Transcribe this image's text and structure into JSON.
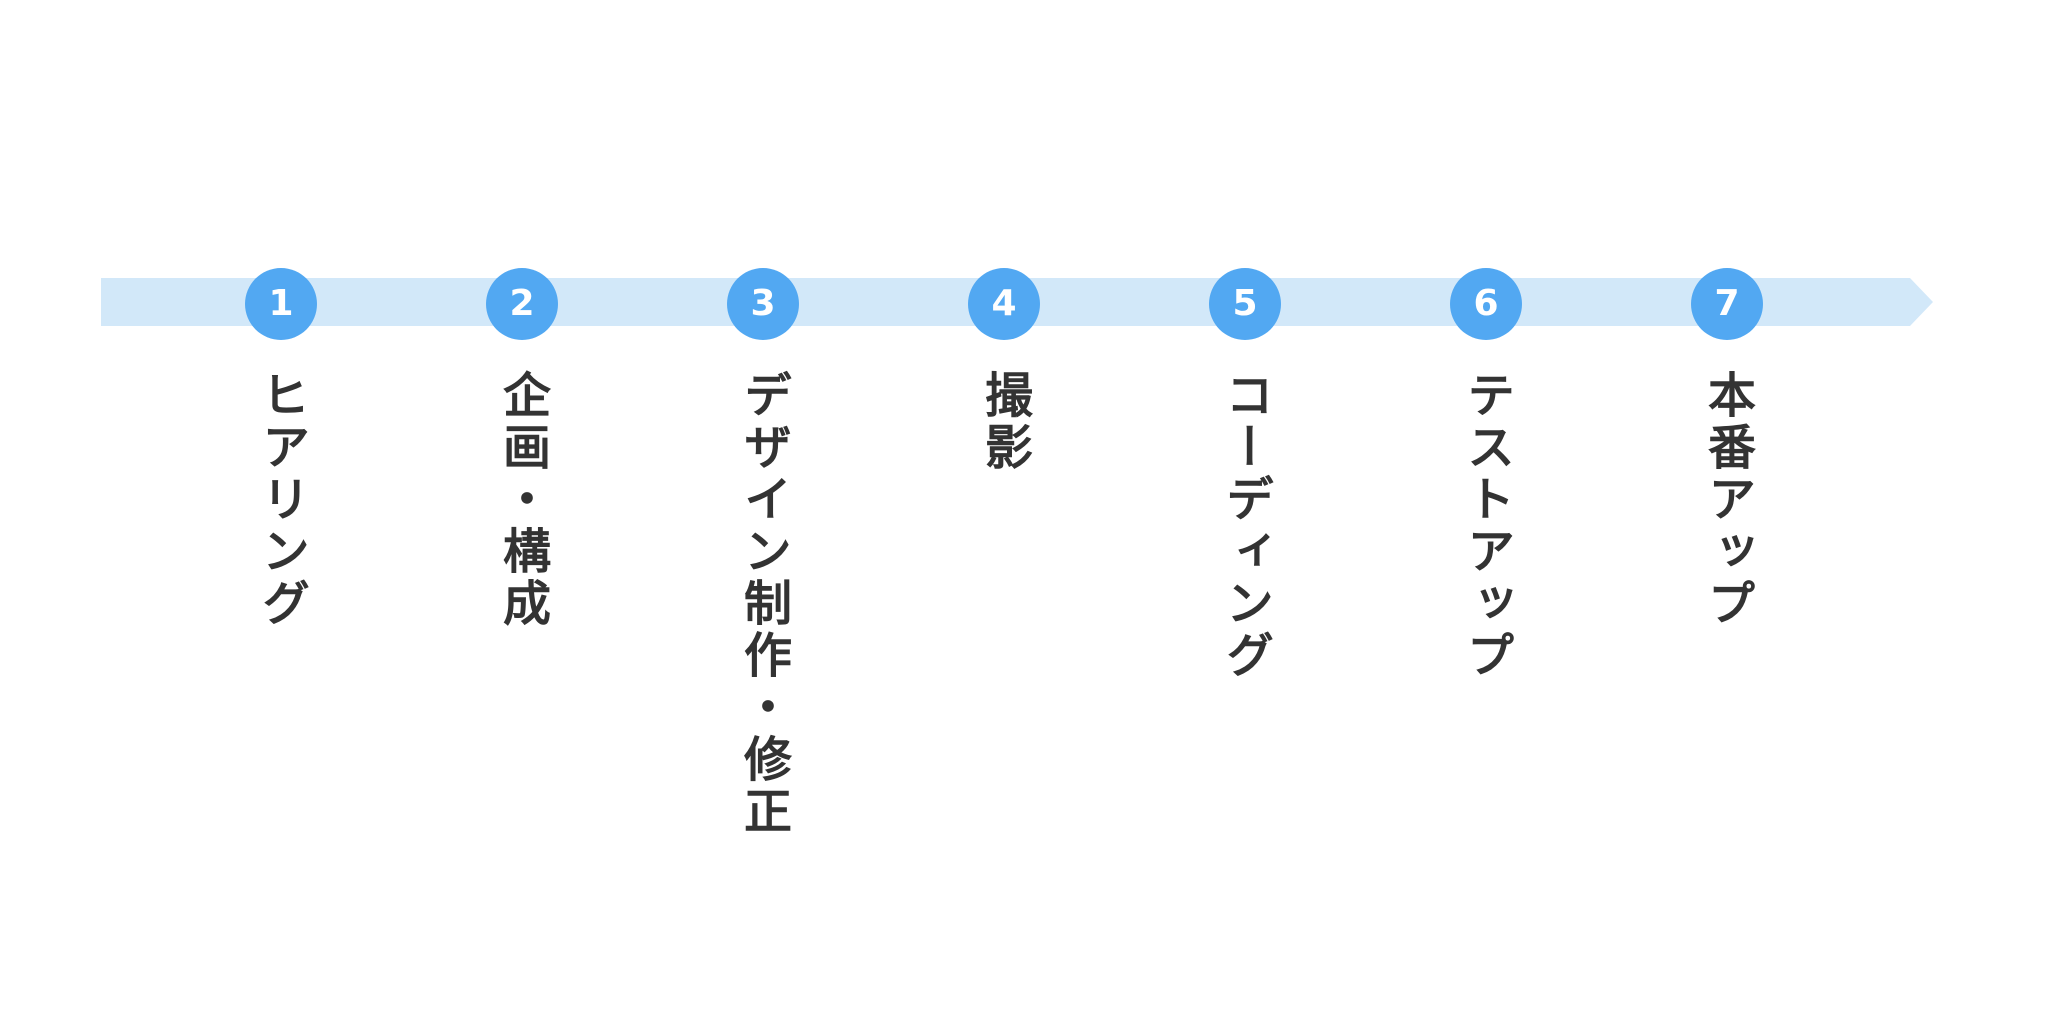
{
  "colors": {
    "arrow": "#d2e8f9",
    "marker": "#52a8f2",
    "marker_text": "#ffffff",
    "label_text": "#333333"
  },
  "steps": [
    {
      "number": "1",
      "label": "ヒアリング"
    },
    {
      "number": "2",
      "label": "企画・構成"
    },
    {
      "number": "3",
      "label": "デザイン制作・修正"
    },
    {
      "number": "4",
      "label": "撮影"
    },
    {
      "number": "5",
      "label": "コーディング"
    },
    {
      "number": "6",
      "label": "テストアップ"
    },
    {
      "number": "7",
      "label": "本番アップ"
    }
  ]
}
